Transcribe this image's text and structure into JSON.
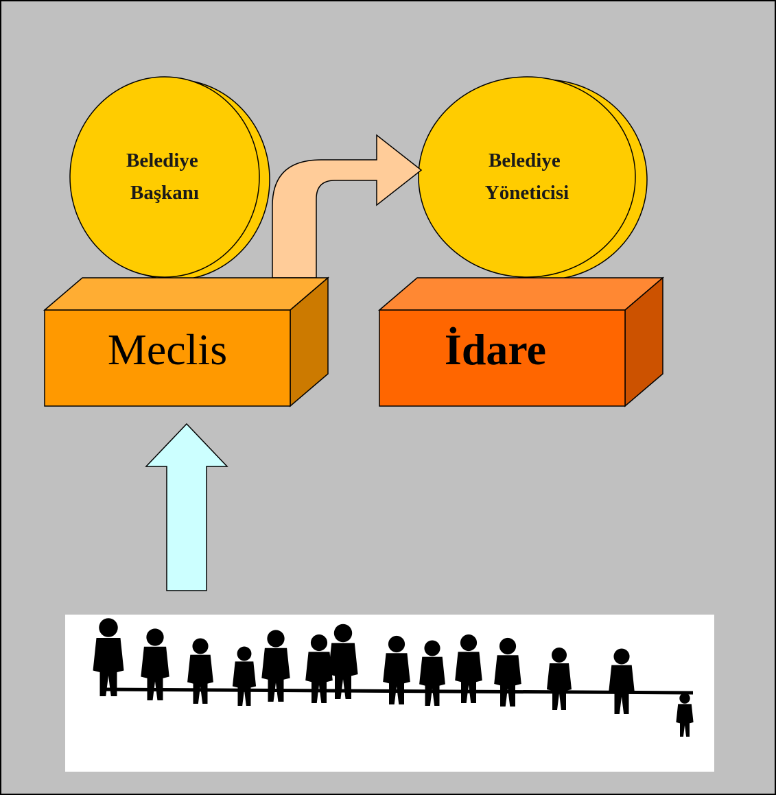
{
  "nodes": {
    "mayor": {
      "line1": "Belediye",
      "line2": "Başkanı"
    },
    "manager": {
      "line1": "Belediye",
      "line2": "Yöneticisi"
    },
    "council": {
      "label": "Meclis"
    },
    "administration": {
      "label": "İdare"
    }
  },
  "colors": {
    "background": "#c0c0c0",
    "circle": "#ffcc00",
    "council_box": "#ff9900",
    "administration_box": "#ff6600",
    "curved_arrow": "#ffcc99",
    "up_arrow": "#ccffff"
  },
  "edges": [
    {
      "from": "council",
      "to": "manager",
      "style": "curved-arrow"
    },
    {
      "from": "people",
      "to": "council",
      "style": "up-arrow"
    }
  ],
  "people_image": {
    "icon": "crowd-silhouette-icon"
  }
}
